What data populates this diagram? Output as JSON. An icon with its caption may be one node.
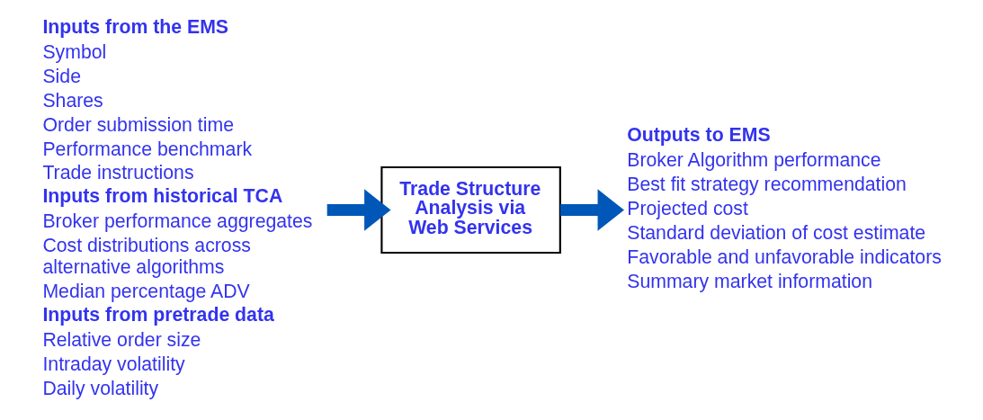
{
  "diagram": {
    "nodes": [
      {
        "text": [
          "Inputs from the EMS",
          "Symbol",
          "Side",
          "Shares",
          "Order submission time",
          "Performance benchmark",
          "Trade instructions",
          "Inputs from historical TCA",
          "Broker performance aggregates",
          "Cost distributions across alternative algorithms",
          "Median percentage ADV",
          "Inputs from pretrade data",
          "Relative order size",
          "Intraday volatility",
          "Daily volatility"
        ]
      },
      {
        "text": [
          "Trade Structure Analysis via Web Services"
        ]
      },
      {
        "text": [
          "Outputs to EMS",
          "Broker Algorithm performance",
          "Best fit strategy recommendation",
          "Projected cost",
          "Standard deviation of cost estimate",
          "Favorable and unfavorable indicators",
          "Summary market information"
        ]
      }
    ],
    "edges": [
      {
        "from": 0,
        "to": 1,
        "arrow": "to"
      },
      {
        "from": 1,
        "to": 2,
        "arrow": "to"
      }
    ]
  }
}
